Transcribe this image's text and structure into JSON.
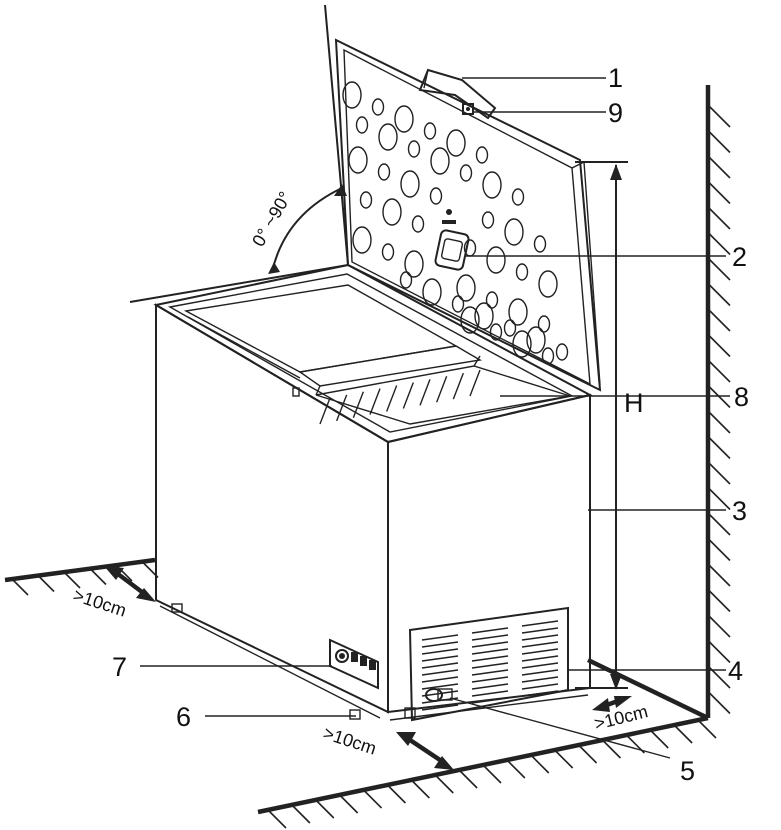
{
  "callouts": [
    {
      "id": "1",
      "label": "1"
    },
    {
      "id": "2",
      "label": "2"
    },
    {
      "id": "3",
      "label": "3"
    },
    {
      "id": "4",
      "label": "4"
    },
    {
      "id": "5",
      "label": "5"
    },
    {
      "id": "6",
      "label": "6"
    },
    {
      "id": "7",
      "label": "7"
    },
    {
      "id": "8",
      "label": "8"
    },
    {
      "id": "9",
      "label": "9"
    }
  ],
  "dimensions": {
    "height_label": "H",
    "angle_label": "0° ~90°",
    "clearance_left": ">10cm",
    "clearance_front": ">10cm",
    "clearance_back": ">10cm"
  }
}
